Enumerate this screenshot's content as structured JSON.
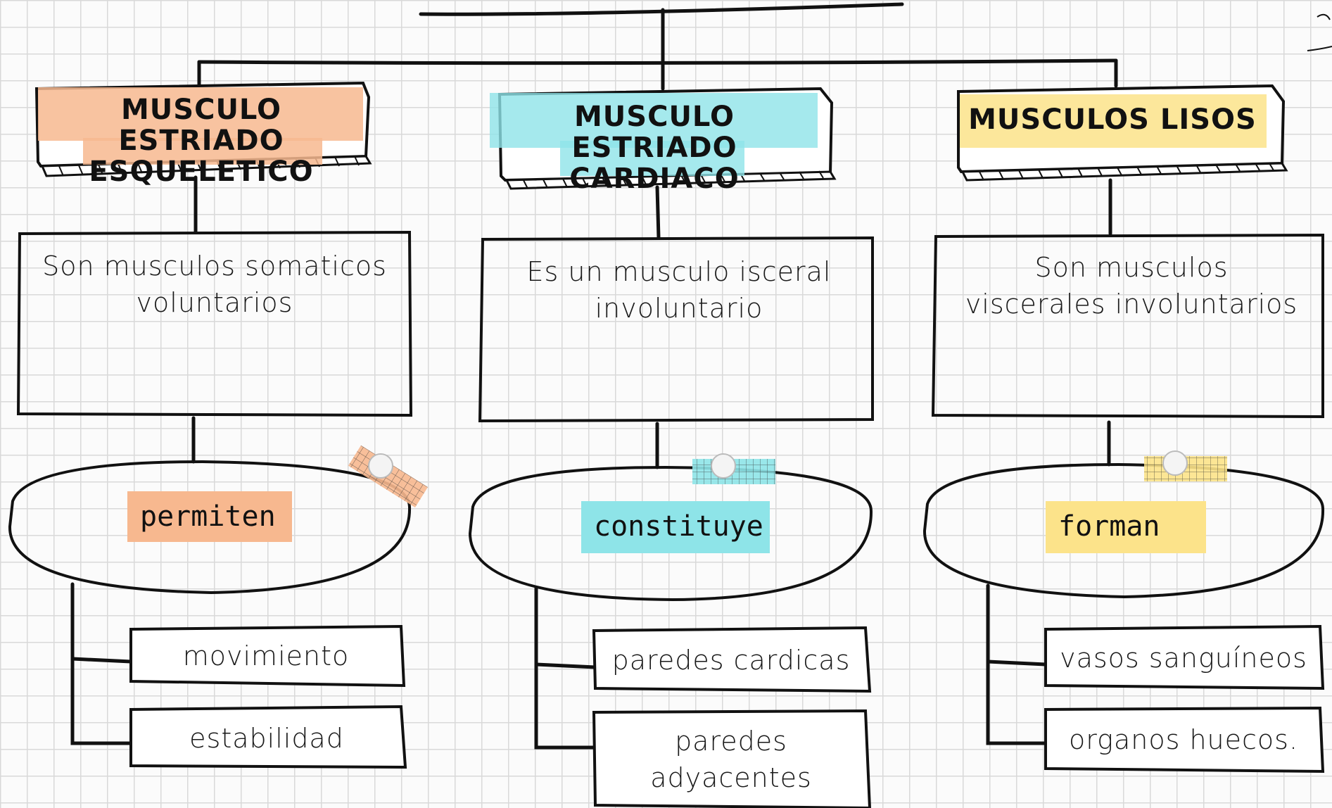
{
  "colors": {
    "skeletal": "#f7b88f",
    "cardiac": "#8ee4e8",
    "smooth": "#fce38a",
    "line": "#111111"
  },
  "columns": [
    {
      "heading": "MUSCULO ESTRIADO ESQUELETICO",
      "description": "Son musculos somaticos voluntarios",
      "verb": "permiten",
      "items": [
        "movimiento",
        "estabilidad"
      ]
    },
    {
      "heading": "MUSCULO ESTRIADO CARDIACO",
      "description": "Es un musculo isceral involuntario",
      "verb": "constituye",
      "items": [
        "paredes cardicas",
        "paredes adyacentes"
      ]
    },
    {
      "heading": "MUSCULOS LISOS",
      "description": "Son musculos viscerales involuntarios",
      "verb": "forman",
      "items": [
        "vasos sanguíneos",
        "organos huecos."
      ]
    }
  ]
}
